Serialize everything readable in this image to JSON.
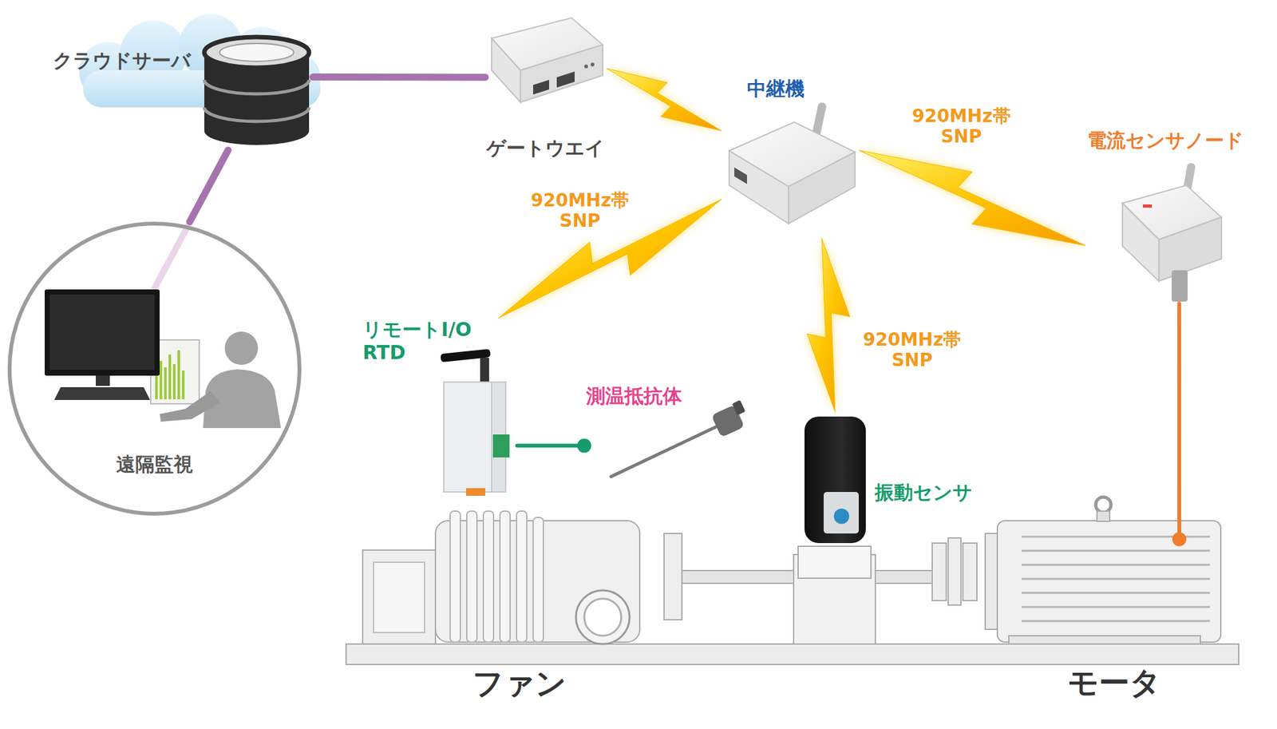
{
  "diagram": {
    "nodes": [
      {
        "text": [
          "クラウドサーバ"
        ]
      },
      {
        "text": [
          "ゲートウエイ"
        ]
      },
      {
        "text": [
          "中継機"
        ]
      },
      {
        "text": [
          "電流センサノード"
        ]
      },
      {
        "text": [
          "遠隔監視"
        ]
      },
      {
        "text": [
          "リモートI/O RTD"
        ]
      },
      {
        "text": [
          "測温抵抗体"
        ]
      },
      {
        "text": [
          "振動センサ"
        ]
      },
      {
        "text": [
          "ファン"
        ]
      },
      {
        "text": [
          "モータ"
        ]
      }
    ],
    "edges": [
      {
        "from": 0,
        "to": 1,
        "arrow": "none"
      },
      {
        "from": 0,
        "to": 4,
        "arrow": "none"
      },
      {
        "from": 1,
        "to": 2,
        "arrow": "none"
      },
      {
        "from": 2,
        "to": 3,
        "label": "920MHz帯 SNP",
        "arrow": "none"
      },
      {
        "from": 2,
        "to": 5,
        "label": "920MHz帯 SNP",
        "arrow": "none"
      },
      {
        "from": 2,
        "to": 7,
        "label": "920MHz帯 SNP",
        "arrow": "none"
      },
      {
        "from": 5,
        "to": 6,
        "arrow": "none"
      },
      {
        "from": 3,
        "to": 9,
        "arrow": "none"
      }
    ]
  }
}
